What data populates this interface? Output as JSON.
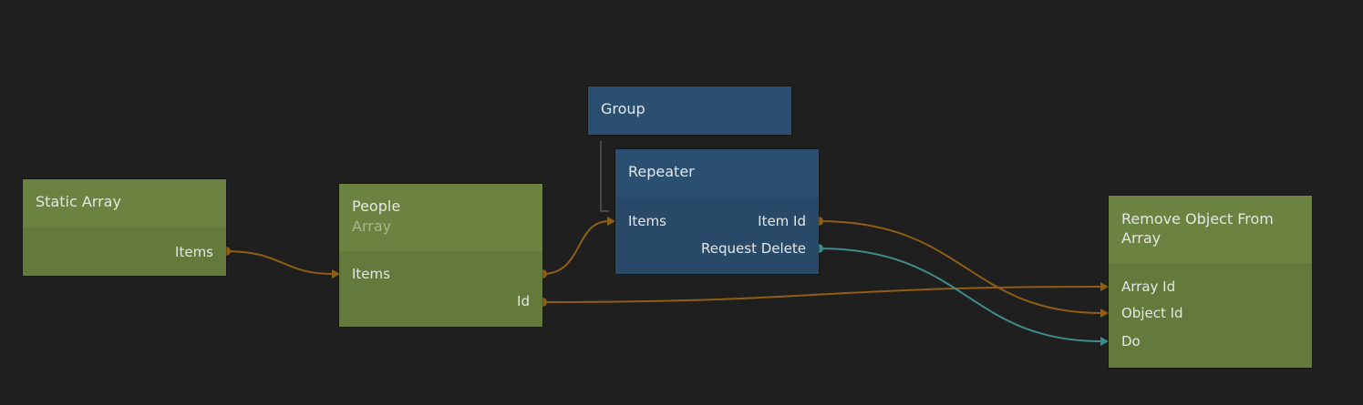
{
  "colors": {
    "background": "#1f1f1f",
    "data_node": "#6b8240",
    "visual_node": "#2b4f70",
    "wire_data": "#8f5e15",
    "wire_signal": "#3f8c8c"
  },
  "nodes": {
    "static_array": {
      "title": "Static Array",
      "outputs": [
        "Items"
      ]
    },
    "people": {
      "title": "People",
      "subtitle": "Array",
      "inputs": [
        "Items"
      ],
      "outputs": [
        "Id"
      ]
    },
    "group": {
      "title": "Group"
    },
    "repeater": {
      "title": "Repeater",
      "inputs": [
        "Items"
      ],
      "outputs": [
        "Item Id",
        "Request Delete"
      ]
    },
    "remove": {
      "title": "Remove Object From Array",
      "inputs": [
        "Array Id",
        "Object Id",
        "Do"
      ]
    }
  }
}
